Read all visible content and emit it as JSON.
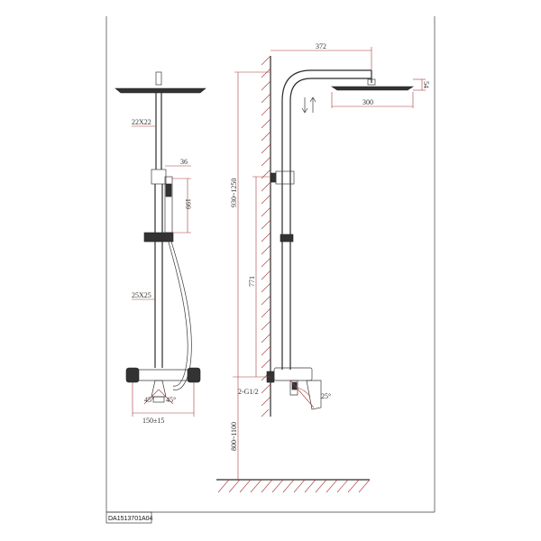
{
  "drawing_code": "DA1513701A04",
  "dimensions": {
    "left_view": {
      "pipe_upper": "22X22",
      "hand_width": "36",
      "hand_height": "199",
      "pipe_lower": "25X25",
      "angle_a": "45°",
      "angle_b": "45°",
      "spacing": "150±15"
    },
    "right_view": {
      "arm_length": "372",
      "head_thickness": "54",
      "head_width": "300",
      "height_range": "930~1250",
      "mount_height": "771",
      "inlet": "2-G1/2",
      "spout_angle": "25°",
      "install_height": "800~1100"
    }
  },
  "colors": {
    "line": "#2b2b2b",
    "dimension": "#a83a3a"
  }
}
